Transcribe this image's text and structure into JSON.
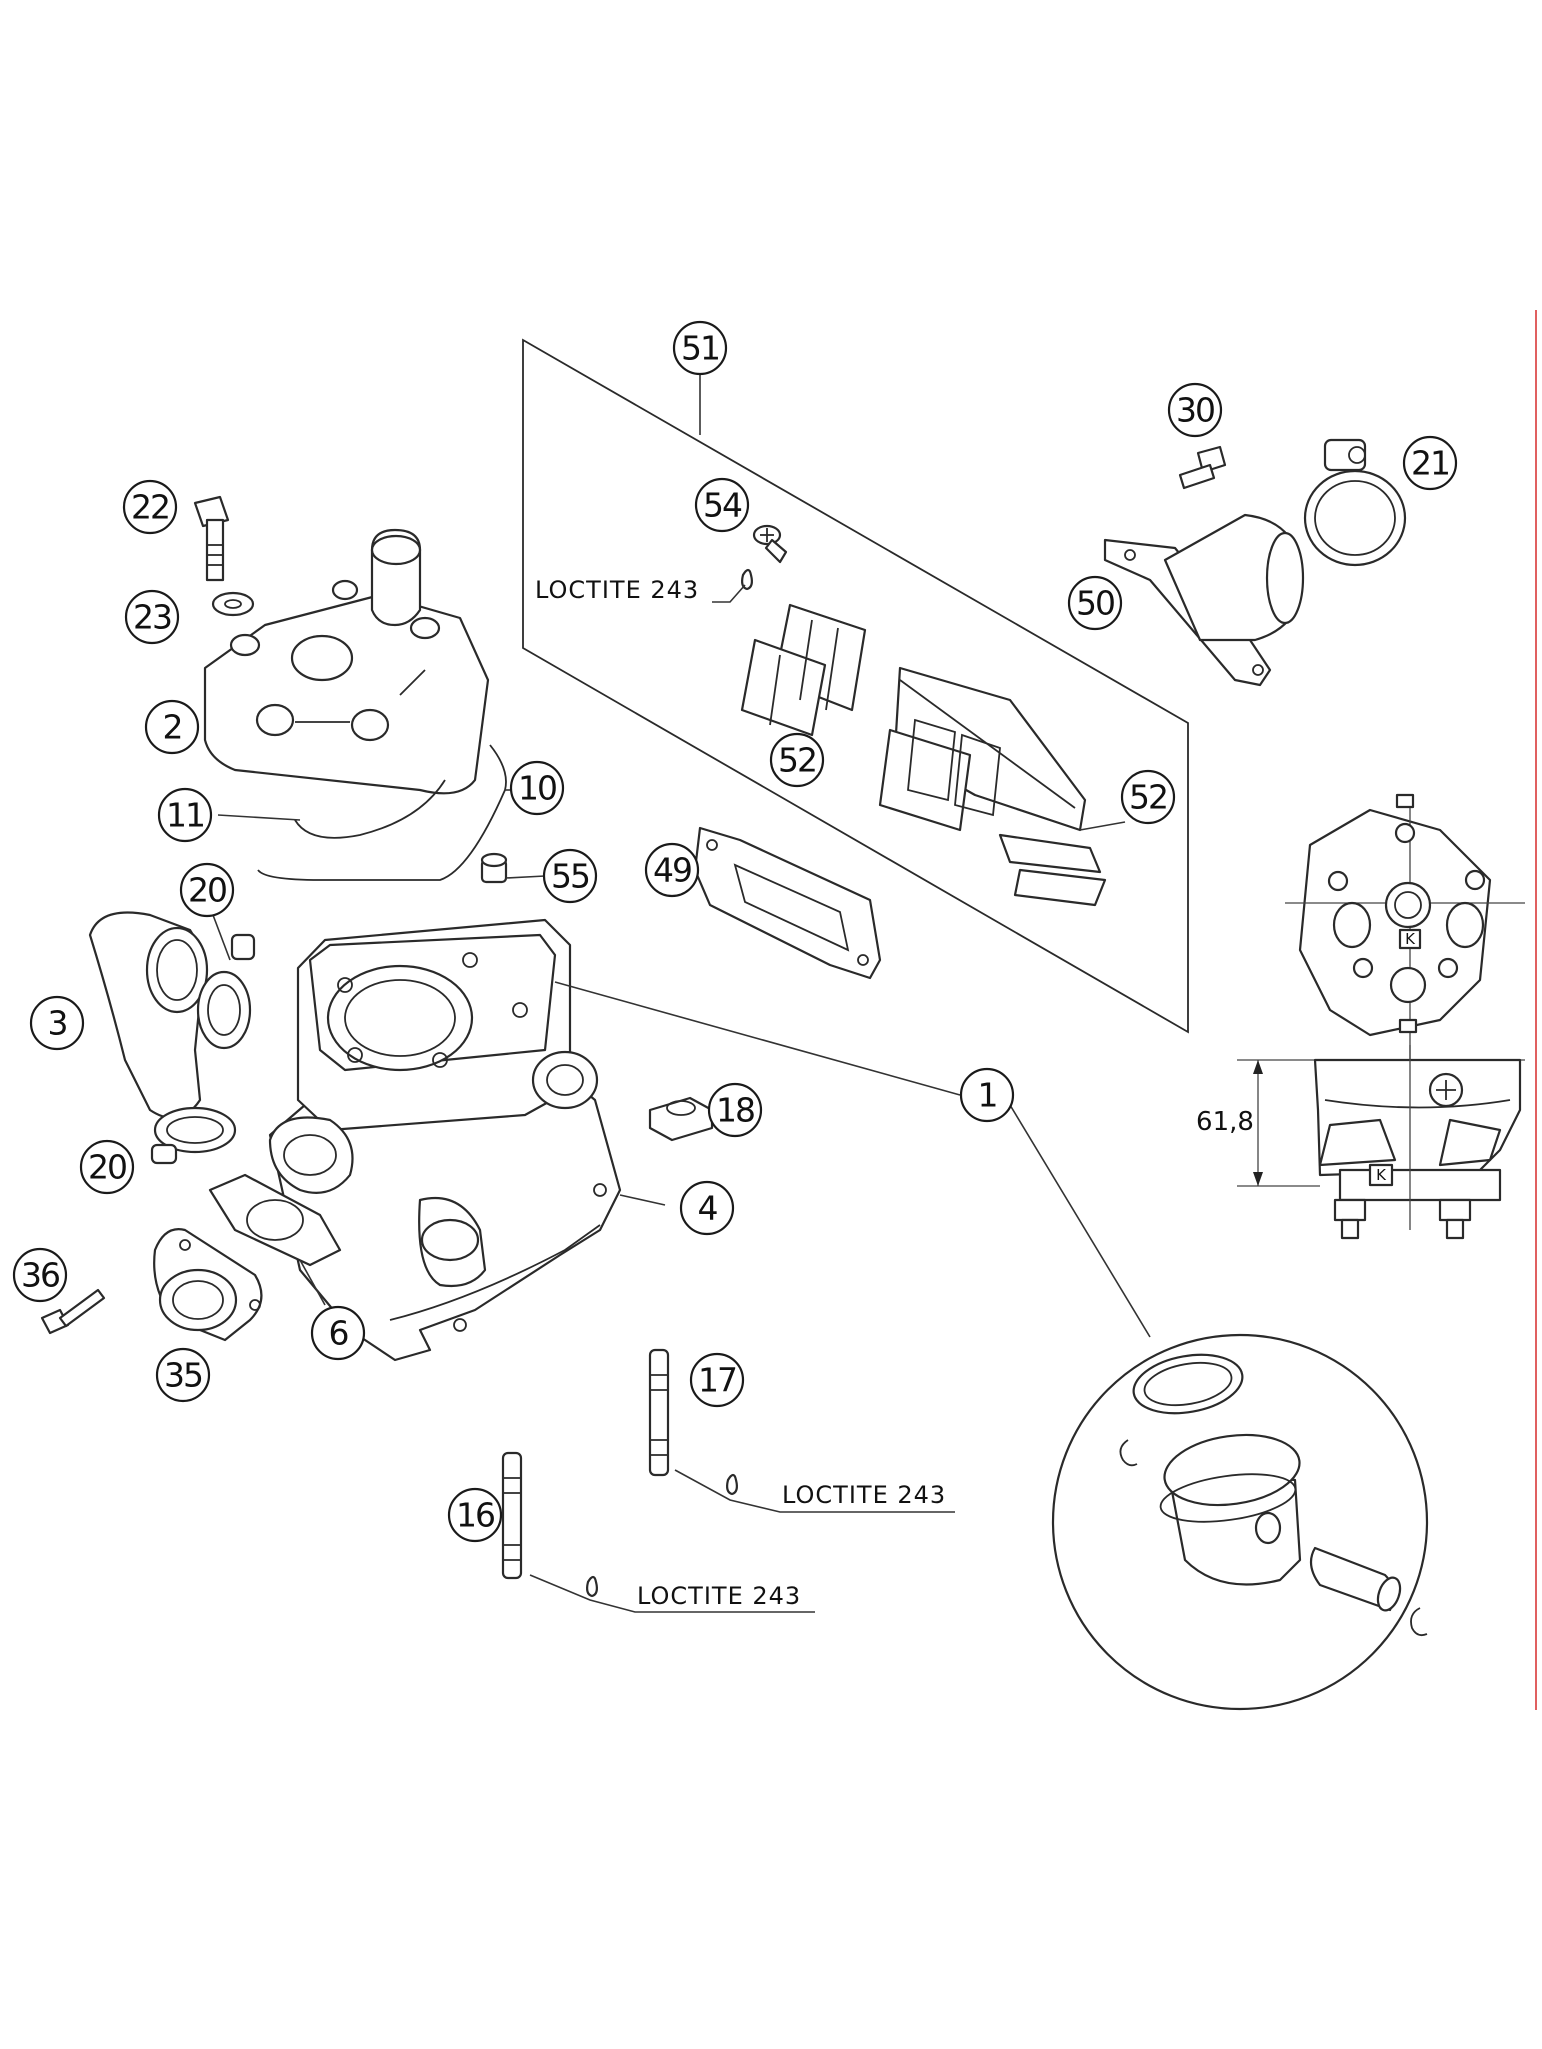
{
  "callouts": {
    "c1": "1",
    "c2": "2",
    "c3": "3",
    "c4": "4",
    "c6": "6",
    "c10": "10",
    "c11": "11",
    "c16": "16",
    "c17": "17",
    "c18": "18",
    "c20a": "20",
    "c20b": "20",
    "c21": "21",
    "c22": "22",
    "c23": "23",
    "c30": "30",
    "c35": "35",
    "c36": "36",
    "c49": "49",
    "c50": "50",
    "c51": "51",
    "c52a": "52",
    "c52b": "52",
    "c54": "54",
    "c55": "55"
  },
  "notes": {
    "loctite_54": "LOCTITE 243",
    "loctite_17": "LOCTITE 243",
    "loctite_16": "LOCTITE 243"
  },
  "dimension": {
    "height_label": "61,8"
  },
  "markings": {
    "k_top": "K",
    "k_side": "K"
  },
  "colors": {
    "line": "#2a2a2a",
    "margin_line": "#e06060"
  }
}
